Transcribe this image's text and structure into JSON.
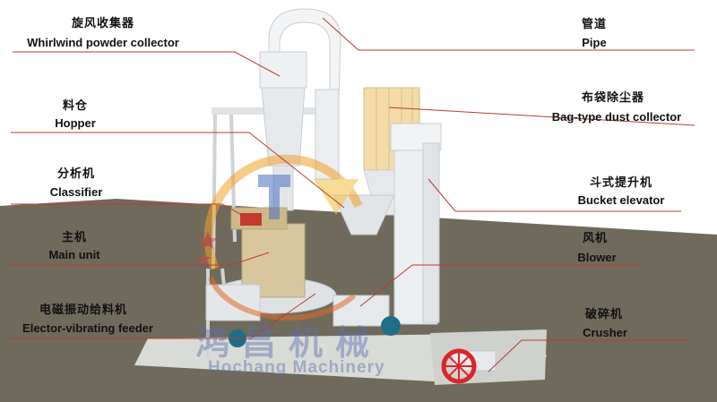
{
  "labels": {
    "whirlwind": {
      "zh": "旋风收集器",
      "en": "Whirlwind powder collector"
    },
    "pipe": {
      "zh": "管道",
      "en": "Pipe"
    },
    "hopper": {
      "zh": "料仓",
      "en": "Hopper"
    },
    "dust_collector": {
      "zh": "布袋除尘器",
      "en": "Bag-type dust collector"
    },
    "classifier": {
      "zh": "分析机",
      "en": "Classifier"
    },
    "bucket_elevator": {
      "zh": "斗式提升机",
      "en": "Bucket elevator"
    },
    "main_unit": {
      "zh": "主机",
      "en": "Main unit"
    },
    "blower": {
      "zh": "风机",
      "en": "Blower"
    },
    "feeder": {
      "zh": "电磁振动给料机",
      "en": "Elector-vibrating feeder"
    },
    "crusher": {
      "zh": "破碎机",
      "en": "Crusher"
    }
  },
  "watermark": {
    "zh": "鸿昌机械",
    "en": "Hochang Machinery",
    "logo_text": "鸿昌机械"
  },
  "colors": {
    "leader_line": "#c0392b",
    "ground": "#6f6a5b",
    "machine": "#e9ecef",
    "bag_filter": "#f3dca8",
    "motor": "#1e6f86",
    "crusher_wheel": "#d9262b"
  }
}
